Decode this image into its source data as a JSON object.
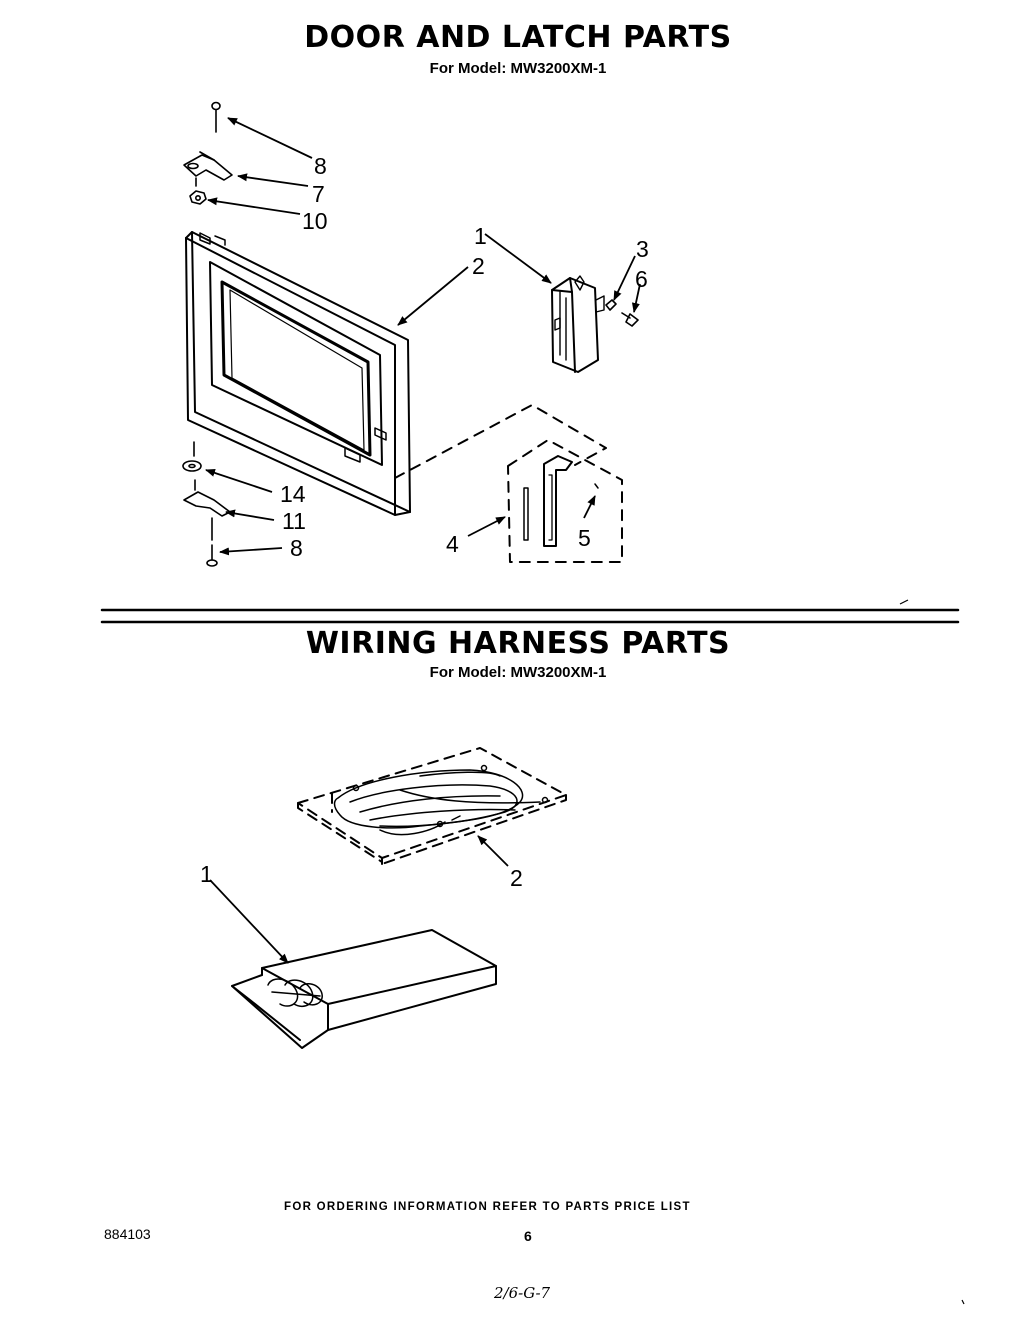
{
  "door_section": {
    "title": "DOOR AND LATCH PARTS",
    "subtitle": "For Model: MW3200XM-1",
    "callouts": [
      "8",
      "7",
      "10",
      "1",
      "2",
      "3",
      "6",
      "14",
      "11",
      "8",
      "4",
      "5"
    ]
  },
  "wiring_section": {
    "title": "WIRING HARNESS PARTS",
    "subtitle": "For Model: MW3200XM-1",
    "callouts": [
      "2",
      "1"
    ]
  },
  "footer": {
    "ordering_note": "FOR ORDERING INFORMATION REFER TO PARTS PRICE LIST",
    "doc_number": "884103",
    "page_number": "6",
    "handwritten": "2/6-G-7"
  }
}
